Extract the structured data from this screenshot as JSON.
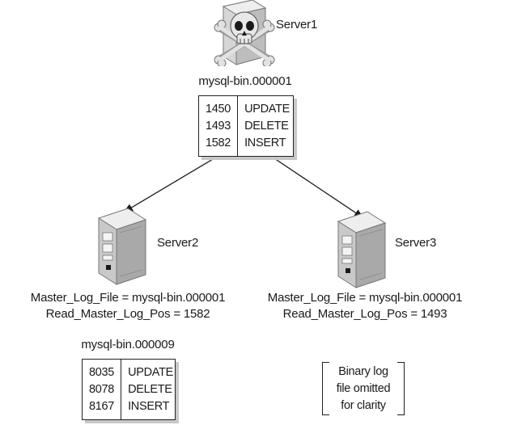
{
  "servers": {
    "server1": {
      "name": "Server1",
      "icon": "skull-crossbones-server-icon"
    },
    "server2": {
      "name": "Server2",
      "icon": "server-tower-icon"
    },
    "server3": {
      "name": "Server3",
      "icon": "server-tower-icon"
    }
  },
  "master_log": {
    "filename": "mysql-bin.000001",
    "entries": [
      {
        "position": "1450",
        "event": "UPDATE"
      },
      {
        "position": "1493",
        "event": "DELETE"
      },
      {
        "position": "1582",
        "event": "INSERT"
      }
    ]
  },
  "server2_status": {
    "log_file_line": "Master_Log_File = mysql-bin.000001",
    "log_pos_line": "Read_Master_Log_Pos = 1582"
  },
  "server3_status": {
    "log_file_line": "Master_Log_File = mysql-bin.000001",
    "log_pos_line": "Read_Master_Log_Pos = 1493"
  },
  "server2_log": {
    "filename": "mysql-bin.000009",
    "entries": [
      {
        "position": "8035",
        "event": "UPDATE"
      },
      {
        "position": "8078",
        "event": "DELETE"
      },
      {
        "position": "8167",
        "event": "INSERT"
      }
    ]
  },
  "server3_note": {
    "lines": [
      "Binary log",
      "file omitted",
      "for clarity"
    ]
  },
  "colors": {
    "line": "#1a1a1a",
    "server_light": "#e6e6e6",
    "server_mid": "#bdbdbd",
    "server_dark": "#8c8c8c",
    "shadow": "#c8c8c8"
  }
}
